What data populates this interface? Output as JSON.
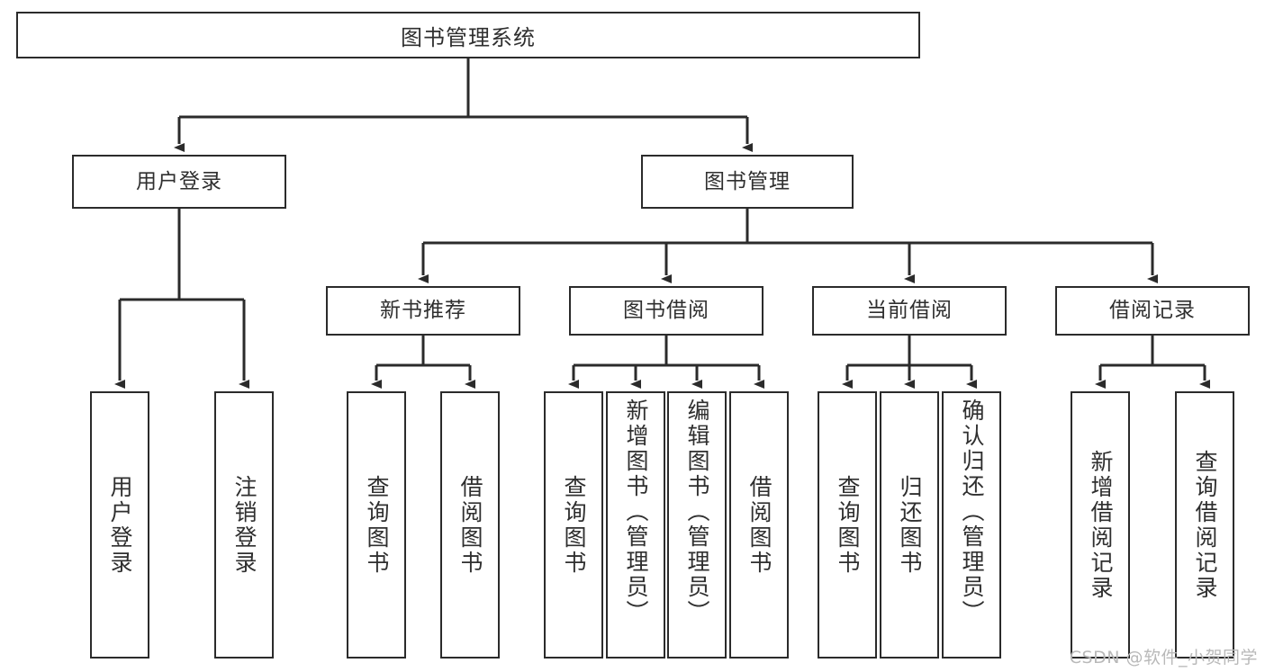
{
  "diagram": {
    "title": "图书管理系统",
    "type": "tree",
    "root": {
      "label": "图书管理系统"
    },
    "level1": [
      {
        "label": "用户登录"
      },
      {
        "label": "图书管理"
      }
    ],
    "level2": [
      {
        "label": "新书推荐"
      },
      {
        "label": "图书借阅"
      },
      {
        "label": "当前借阅"
      },
      {
        "label": "借阅记录"
      }
    ],
    "leaves": {
      "user_login": [
        {
          "label": "用户登录"
        },
        {
          "label": "注销登录"
        }
      ],
      "new_book": [
        {
          "label": "查询图书"
        },
        {
          "label": "借阅图书"
        }
      ],
      "book_borrow": [
        {
          "label": "查询图书"
        },
        {
          "label": "新增图书（管理员）"
        },
        {
          "label": "编辑图书（管理员）"
        },
        {
          "label": "借阅图书"
        }
      ],
      "current_borrow": [
        {
          "label": "查询图书"
        },
        {
          "label": "归还图书"
        },
        {
          "label": "确认归还（管理员）"
        }
      ],
      "borrow_record": [
        {
          "label": "新增借阅记录"
        },
        {
          "label": "查询借阅记录"
        }
      ]
    }
  },
  "colors": {
    "stroke": "#2b2b2b",
    "text": "#2f2f2f",
    "background": "#ffffff",
    "watermark": "#b9b9b9"
  },
  "watermark": {
    "text": "CSDN @软件_小贺同学"
  }
}
